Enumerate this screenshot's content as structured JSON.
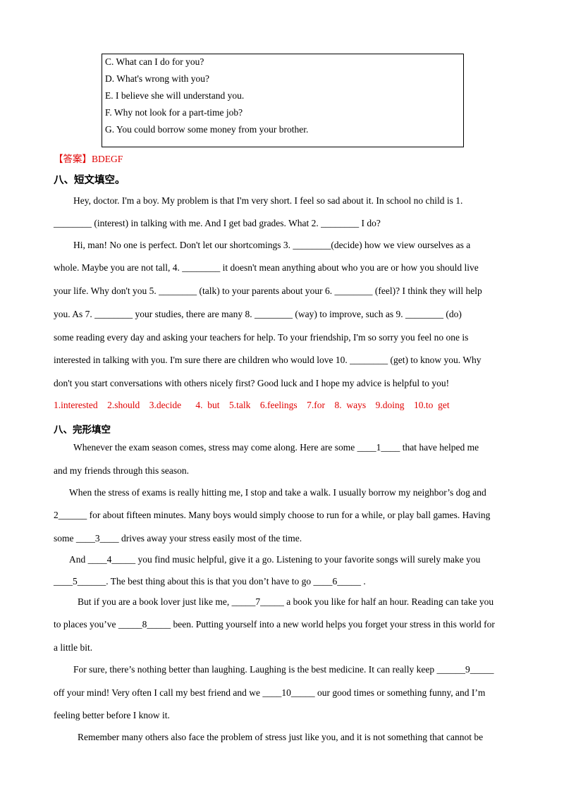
{
  "options": [
    "C. What can I do for you?",
    "D. What's wrong with you?",
    "E. I believe she will understand you.",
    "F. Why not look for a part-time job?",
    "G. You could borrow some money from your brother."
  ],
  "answer_line": "【答案】BDEGF",
  "section8": {
    "heading": "八、短文填空。",
    "lines": [
      "Hey, doctor. I'm a boy. My problem is that I'm very short. I feel so sad about it. In school no child is 1.",
      "________ (interest) in talking with me. And I get bad grades. What 2. ________ I do?",
      "Hi, man! No one is perfect. Don't let our shortcomings 3. ________(decide) how we view ourselves as a",
      "whole. Maybe you are not tall, 4. ________    it doesn't mean anything about who you are or how you should live",
      "your life. Why don't you 5. ________ (talk) to your parents about your 6. ________ (feel)? I think they will help",
      "you. As 7. ________    your studies, there are many 8. ________ (way) to improve, such as 9. ________ (do)",
      "some reading every day and asking your teachers for help. To your friendship, I'm so sorry you feel no one is",
      "interested in talking with you. I'm sure there are children who would love 10. ________ (get) to know you. Why",
      "don't you start conversations with others nicely first? Good luck and I hope my advice is helpful to you!"
    ],
    "answers": "1.interested    2.should    3.decide      4.  but    5.talk    6.feelings    7.for    8.  ways    9.doing    10.to  get"
  },
  "section8b": {
    "heading": "八、完形填空",
    "p1": {
      "a": "Whenever the exam season comes, stress may come along. Here are some ",
      "blank": "____1____",
      "b": " that have helped me",
      "c": "and my friends through this season."
    },
    "p2": {
      "a": "When the stress of exams is really hitting me, I stop and take a walk. I usually borrow my neighbor’s dog and",
      "blank2": "2______",
      "b": " for about fifteen minutes. Many boys would simply choose to run for a while, or play ball games. Having",
      "c": "some ",
      "blank3": "____3____",
      "d": " drives away your stress easily most of the time."
    },
    "p3": {
      "a": "And ",
      "blank4": "____4_____",
      "b": " you find music helpful, give it a go. Listening to your favorite songs will surely make you",
      "blank5": "____5______",
      "c": ". The best thing about this is that you don’t have to go ",
      "blank6": "____6_____",
      "d": " ."
    },
    "p4": {
      "a": "But if you are a book lover just like me, ",
      "blank7": "_____7_____",
      "b": " a book you like for half an hour. Reading can take you",
      "c": "to places you’ve ",
      "blank8": "_____8_____",
      "d": " been. Putting yourself into a new world helps you forget your stress in this world for",
      "e": "a little bit."
    },
    "p5": {
      "a": "For sure, there’s nothing better than laughing. Laughing is the best medicine. It can really keep ",
      "blank9": "______9_____",
      "b": "off your mind! Very often I call my best friend and we ",
      "blank10": "____10_____",
      "c": " our good times or something funny, and I’m",
      "d": "feeling better before I know it."
    },
    "p6": "Remember many others also face the problem of stress just like you, and it is not something that cannot be"
  }
}
